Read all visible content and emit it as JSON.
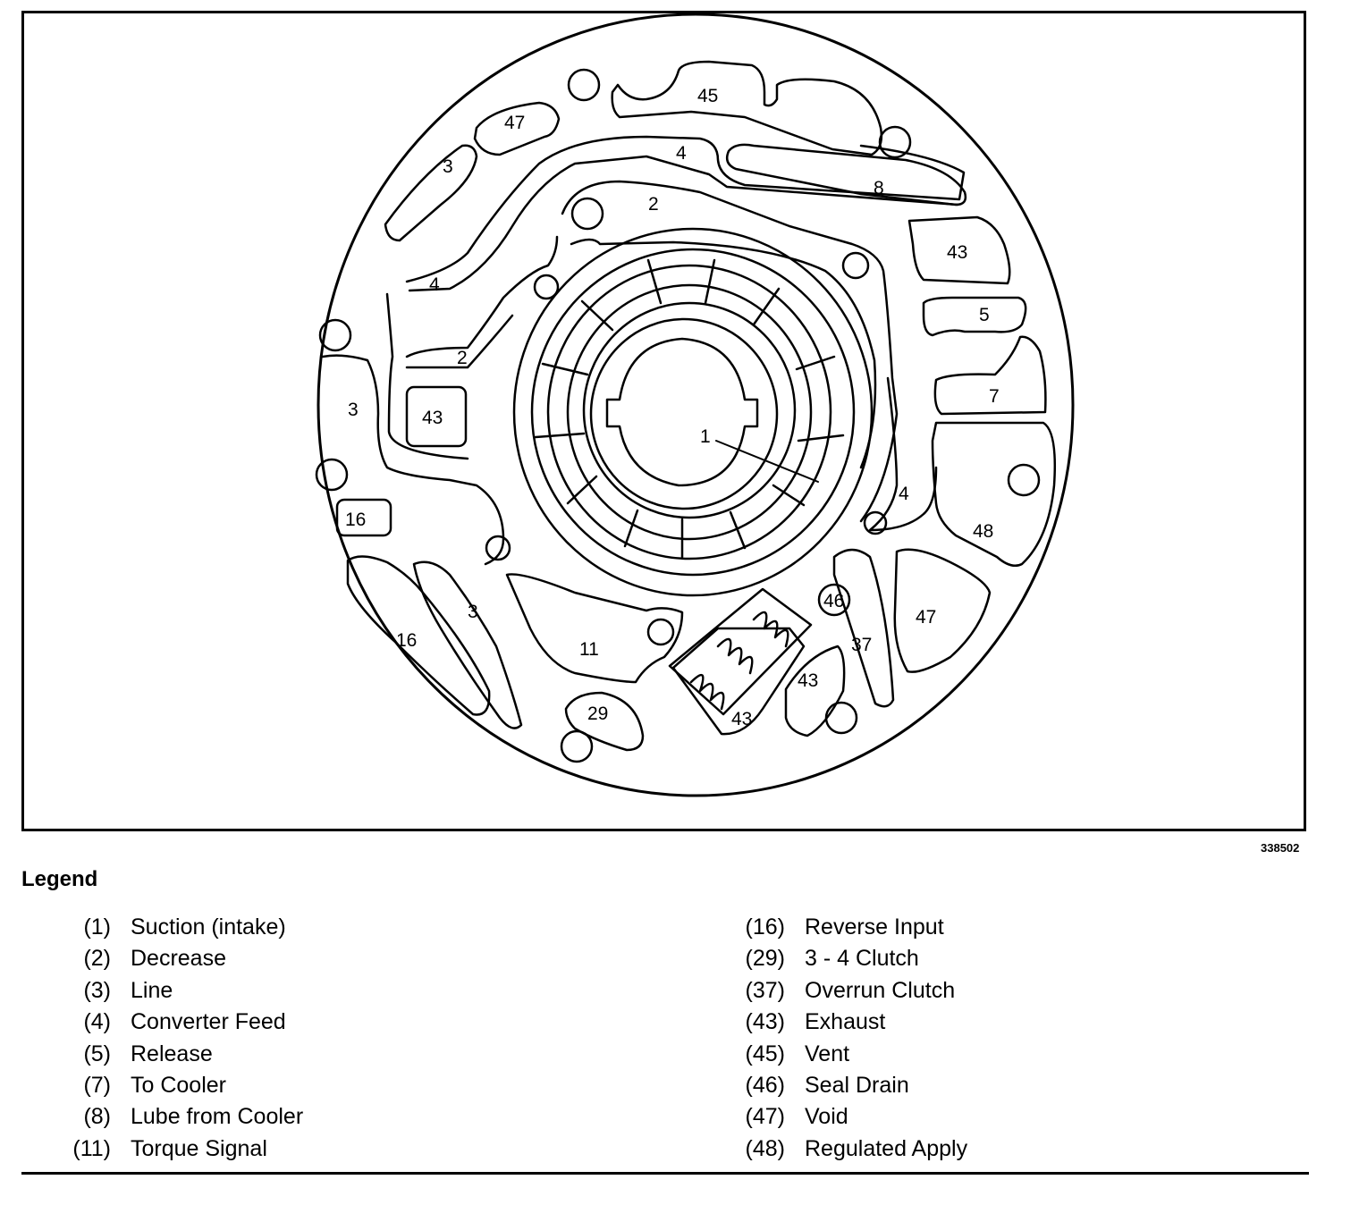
{
  "figure": {
    "id": "338502",
    "callouts": [
      "45",
      "47",
      "3",
      "4",
      "8",
      "2",
      "43",
      "4",
      "5",
      "2",
      "7",
      "3",
      "43",
      "1",
      "4",
      "48",
      "16",
      "46",
      "47",
      "3",
      "16",
      "11",
      "37",
      "43",
      "29",
      "43"
    ]
  },
  "legend": {
    "title": "Legend",
    "left": [
      {
        "num": "(1)",
        "label": "Suction (intake)"
      },
      {
        "num": "(2)",
        "label": "Decrease"
      },
      {
        "num": "(3)",
        "label": "Line"
      },
      {
        "num": "(4)",
        "label": "Converter Feed"
      },
      {
        "num": "(5)",
        "label": "Release"
      },
      {
        "num": "(7)",
        "label": "To Cooler"
      },
      {
        "num": "(8)",
        "label": "Lube from Cooler"
      },
      {
        "num": "(11)",
        "label": "Torque Signal"
      }
    ],
    "right": [
      {
        "num": "(16)",
        "label": "Reverse Input"
      },
      {
        "num": "(29)",
        "label": "3 - 4 Clutch"
      },
      {
        "num": "(37)",
        "label": "Overrun Clutch"
      },
      {
        "num": "(43)",
        "label": "Exhaust"
      },
      {
        "num": "(45)",
        "label": "Vent"
      },
      {
        "num": "(46)",
        "label": "Seal Drain"
      },
      {
        "num": "(47)",
        "label": "Void"
      },
      {
        "num": "(48)",
        "label": "Regulated Apply"
      }
    ]
  }
}
